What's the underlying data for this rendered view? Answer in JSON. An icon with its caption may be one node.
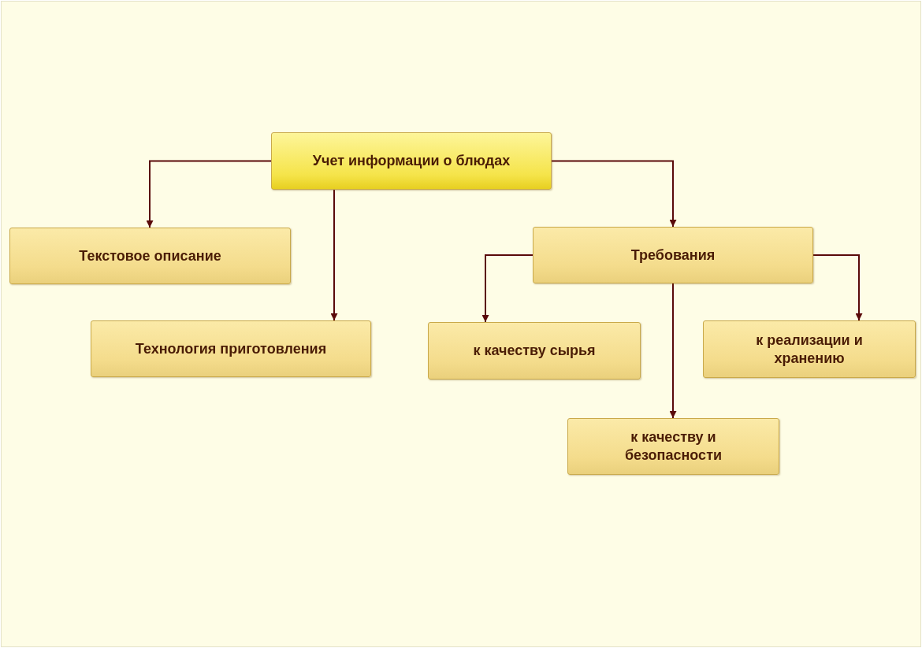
{
  "diagram": {
    "nodes": [
      {
        "text": [
          "Учет информации о блюдах"
        ]
      },
      {
        "text": [
          "Текстовое описание"
        ]
      },
      {
        "text": [
          "Технология приготовления"
        ]
      },
      {
        "text": [
          "Требования"
        ]
      },
      {
        "text": [
          "к качеству сырья"
        ]
      },
      {
        "text": [
          "к реализации и хранению"
        ]
      },
      {
        "text": [
          "к качеству и безопасности"
        ]
      }
    ],
    "edges": [
      {
        "from": 0,
        "to": 1,
        "arrow": "to"
      },
      {
        "from": 0,
        "to": 2,
        "arrow": "to"
      },
      {
        "from": 0,
        "to": 3,
        "arrow": "to"
      },
      {
        "from": 3,
        "to": 4,
        "arrow": "to"
      },
      {
        "from": 3,
        "to": 6,
        "arrow": "to"
      },
      {
        "from": 3,
        "to": 5,
        "arrow": "to"
      }
    ]
  }
}
